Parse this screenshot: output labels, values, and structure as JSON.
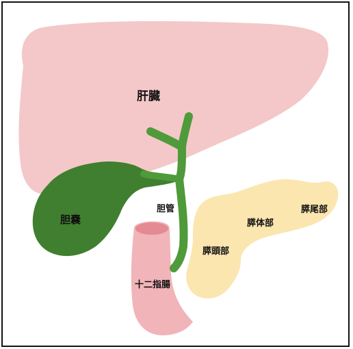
{
  "labels": {
    "liver": "肝臓",
    "gallbladder": "胆嚢",
    "bile_duct": "胆管",
    "duodenum": "十二指腸",
    "pancreas_head": "膵頭部",
    "pancreas_body": "膵体部",
    "pancreas_tail": "膵尾部"
  },
  "colors": {
    "liver": "#f4c8c8",
    "gallbladder": "#3f7f2f",
    "bile_duct": "#4f9a3a",
    "pancreas": "#fbe6b0",
    "duodenum": "#f1b4b8",
    "duodenum_lumen": "#e48a92",
    "frame": "#111111"
  }
}
